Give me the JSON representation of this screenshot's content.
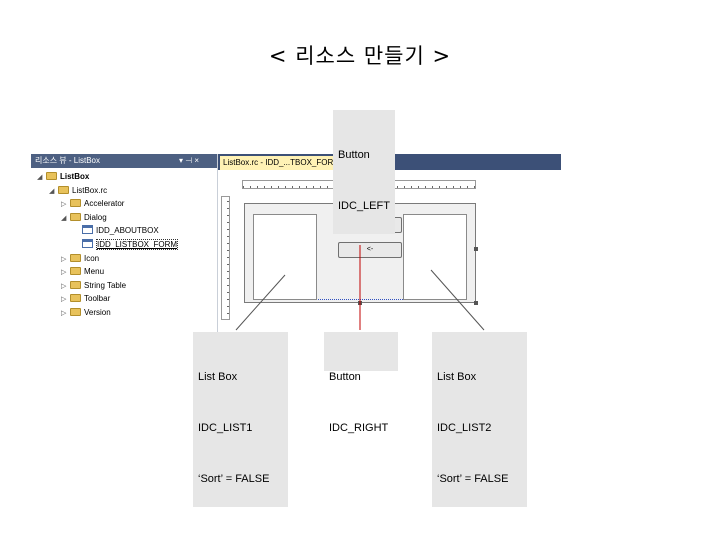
{
  "slide": {
    "title": "< 리소스 만들기 >"
  },
  "callouts": {
    "top": {
      "line1": "Button",
      "line2": "IDC_LEFT"
    },
    "left": {
      "line1": "List Box",
      "line2": "IDC_LIST1",
      "line3": "‘Sort’ = FALSE"
    },
    "middle": {
      "line1": "Button",
      "line2": "IDC_RIGHT"
    },
    "right": {
      "line1": "List Box",
      "line2": "IDC_LIST2",
      "line3": "‘Sort’ = FALSE"
    }
  },
  "resource_view": {
    "title": "리소스 뷰 - ListBox",
    "controls": "▾ ⊣ ×",
    "tree": [
      {
        "label": "ListBox",
        "depth": 0,
        "expander": "◢",
        "icon": "folder-icon",
        "bold": true
      },
      {
        "label": "ListBox.rc",
        "depth": 1,
        "expander": "◢",
        "icon": "folder-icon"
      },
      {
        "label": "Accelerator",
        "depth": 2,
        "expander": "▷",
        "icon": "folder-icon"
      },
      {
        "label": "Dialog",
        "depth": 2,
        "expander": "◢",
        "icon": "folder-icon"
      },
      {
        "label": "IDD_ABOUTBOX",
        "depth": 3,
        "expander": "",
        "icon": "dialog-resource-icon"
      },
      {
        "label": "IDD_LISTBOX_FORM",
        "depth": 3,
        "expander": "",
        "icon": "dialog-resource-icon",
        "selected": true
      },
      {
        "label": "Icon",
        "depth": 2,
        "expander": "▷",
        "icon": "folder-icon"
      },
      {
        "label": "Menu",
        "depth": 2,
        "expander": "▷",
        "icon": "folder-icon"
      },
      {
        "label": "String Table",
        "depth": 2,
        "expander": "▷",
        "icon": "folder-icon"
      },
      {
        "label": "Toolbar",
        "depth": 2,
        "expander": "▷",
        "icon": "folder-icon"
      },
      {
        "label": "Version",
        "depth": 2,
        "expander": "▷",
        "icon": "folder-icon"
      }
    ]
  },
  "editor": {
    "tab_label": "ListBox.rc - IDD_...TBOX_FORM - Dialog",
    "tab_close": "×",
    "dialog": {
      "left_button_label": "->",
      "right_button_label": "<-"
    }
  },
  "colors": {
    "callout_bg": "#e6e6e6",
    "arrow": "#c00000",
    "panel_header": "#4d6082",
    "tab_active": "#fff2b5"
  }
}
